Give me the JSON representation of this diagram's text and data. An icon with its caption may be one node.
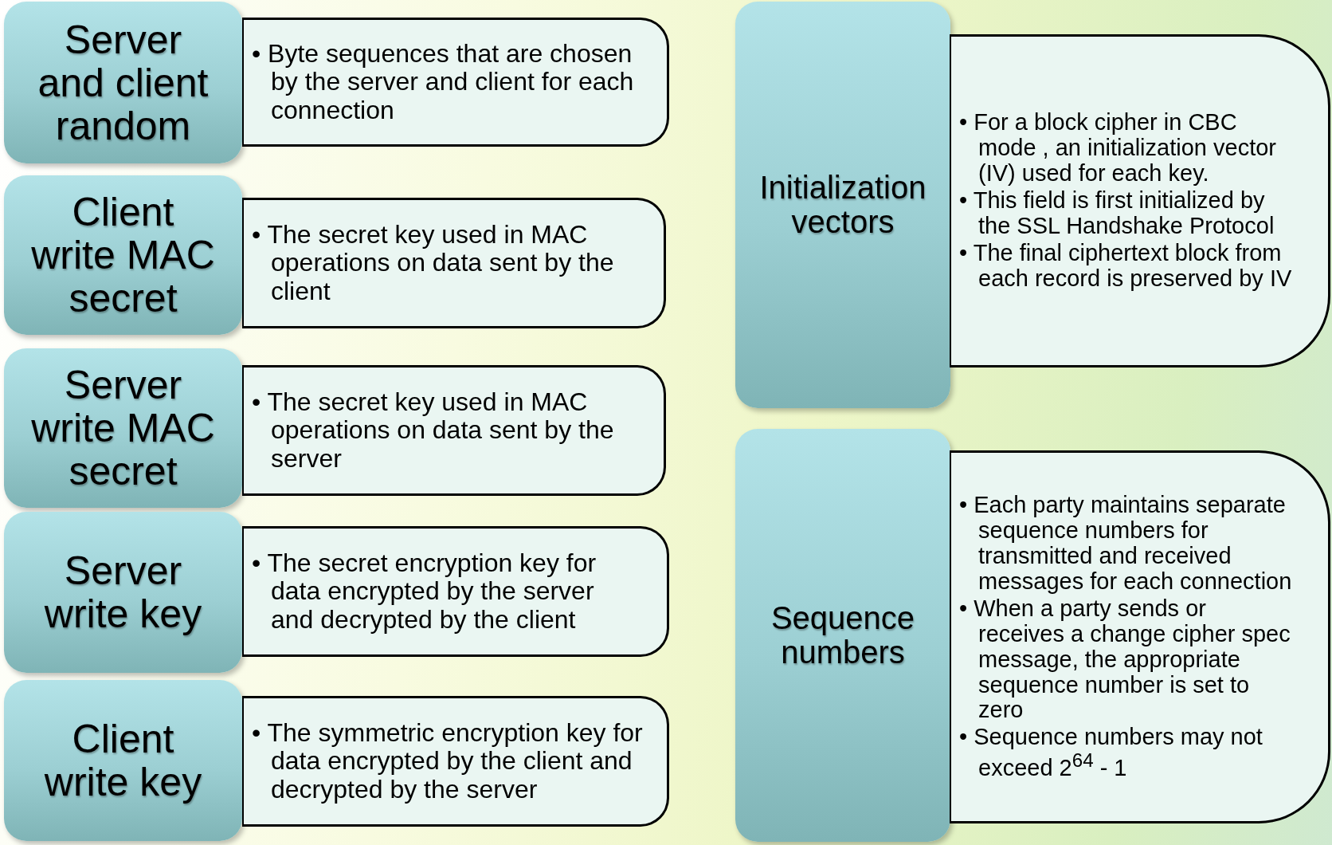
{
  "diagram": {
    "nodes": [
      {
        "text": [
          "Server and client random"
        ]
      },
      {
        "text": [
          "• Byte sequences that are chosen by the server and client for each connection"
        ]
      },
      {
        "text": [
          "Client write MAC secret"
        ]
      },
      {
        "text": [
          "• The secret key used in MAC operations on data sent by the client"
        ]
      },
      {
        "text": [
          "Server write MAC secret"
        ]
      },
      {
        "text": [
          "• The secret key used in MAC operations on data sent by the server"
        ]
      },
      {
        "text": [
          "Server write key"
        ]
      },
      {
        "text": [
          "• The secret encryption key for data encrypted by the server and decrypted by the client"
        ]
      },
      {
        "text": [
          "Client write key"
        ]
      },
      {
        "text": [
          "• The symmetric encryption key for data encrypted by the client and decrypted by the server"
        ]
      },
      {
        "text": [
          "Initialization vectors"
        ]
      },
      {
        "text": [
          "• For a block cipher in CBC mode , an initialization vector (IV) used for each key.",
          "• This field is first initialized by the SSL Handshake Protocol",
          "• The final ciphertext block from each record is preserved by IV"
        ]
      },
      {
        "text": [
          "Sequence numbers"
        ]
      },
      {
        "text": [
          "• Each party maintains separate sequence numbers for transmitted and received messages for each connection",
          "• When a party sends or receives a change cipher spec message, the appropriate sequence number is set to zero",
          "• Sequence numbers may not exceed 2$^{64}$ - 1"
        ]
      }
    ]
  }
}
